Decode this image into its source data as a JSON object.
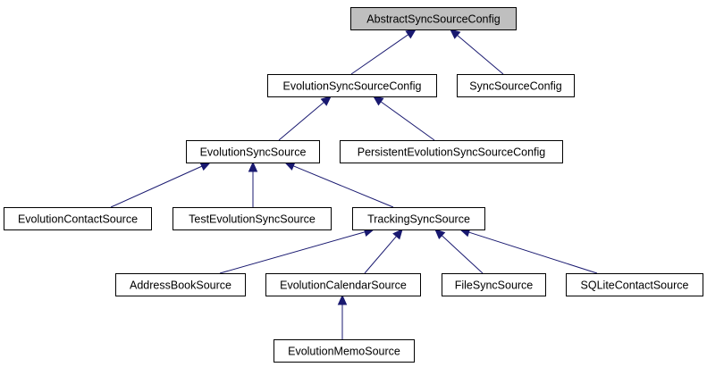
{
  "diagram": {
    "title": "",
    "colors": {
      "edge": "#191970",
      "box_border": "#000000",
      "box_fill": "#ffffff",
      "highlight_fill": "#bfbfbf"
    },
    "nodes": [
      {
        "id": "abstract",
        "label": "AbstractSyncSourceConfig",
        "highlight": true
      },
      {
        "id": "evo_config",
        "label": "EvolutionSyncSourceConfig"
      },
      {
        "id": "sync_config",
        "label": "SyncSourceConfig"
      },
      {
        "id": "evo_source",
        "label": "EvolutionSyncSource"
      },
      {
        "id": "persistent",
        "label": "PersistentEvolutionSyncSourceConfig"
      },
      {
        "id": "contact",
        "label": "EvolutionContactSource"
      },
      {
        "id": "test",
        "label": "TestEvolutionSyncSource"
      },
      {
        "id": "tracking",
        "label": "TrackingSyncSource"
      },
      {
        "id": "addressbook",
        "label": "AddressBookSource"
      },
      {
        "id": "calendar",
        "label": "EvolutionCalendarSource"
      },
      {
        "id": "filesync",
        "label": "FileSyncSource"
      },
      {
        "id": "sqlite",
        "label": "SQLiteContactSource"
      },
      {
        "id": "memo",
        "label": "EvolutionMemoSource"
      }
    ],
    "edges": [
      {
        "from": "evo_config",
        "to": "abstract"
      },
      {
        "from": "sync_config",
        "to": "abstract"
      },
      {
        "from": "evo_source",
        "to": "evo_config"
      },
      {
        "from": "persistent",
        "to": "evo_config"
      },
      {
        "from": "contact",
        "to": "evo_source"
      },
      {
        "from": "test",
        "to": "evo_source"
      },
      {
        "from": "tracking",
        "to": "evo_source"
      },
      {
        "from": "addressbook",
        "to": "tracking"
      },
      {
        "from": "calendar",
        "to": "tracking"
      },
      {
        "from": "filesync",
        "to": "tracking"
      },
      {
        "from": "sqlite",
        "to": "tracking"
      },
      {
        "from": "memo",
        "to": "calendar"
      }
    ]
  }
}
